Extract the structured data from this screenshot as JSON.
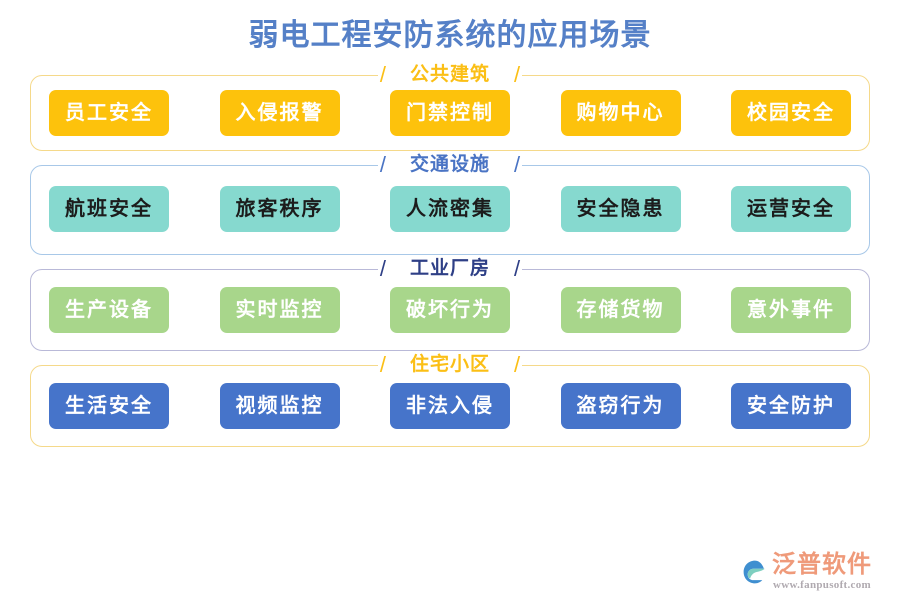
{
  "page": {
    "title": "弱电工程安防系统的应用场景",
    "title_color": "#5580c7",
    "background": "#ffffff"
  },
  "sections": [
    {
      "id": "public-buildings",
      "title": "公共建筑",
      "title_color": "#fbbf16",
      "border_color": "#f5d98a",
      "chip_bg": "#fdc20c",
      "chip_text_color": "#ffffff",
      "left_slash": "/",
      "right_slash": "/",
      "chips": [
        {
          "label": "员工安全"
        },
        {
          "label": "入侵报警"
        },
        {
          "label": "门禁控制"
        },
        {
          "label": "购物中心"
        },
        {
          "label": "校园安全"
        }
      ]
    },
    {
      "id": "transport-facilities",
      "title": "交通设施",
      "title_color": "#4a74c4",
      "border_color": "#a8c8e8",
      "chip_bg": "#86d9cf",
      "chip_text_color": "#1c1c1c",
      "left_slash": "/",
      "right_slash": "/",
      "chips": [
        {
          "label": "航班安全"
        },
        {
          "label": "旅客秩序"
        },
        {
          "label": "人流密集"
        },
        {
          "label": "安全隐患"
        },
        {
          "label": "运营安全"
        }
      ]
    },
    {
      "id": "industrial-plants",
      "title": "工业厂房",
      "title_color": "#2e3f86",
      "border_color": "#b9b9d8",
      "chip_bg": "#a8d68b",
      "chip_text_color": "#ffffff",
      "left_slash": "/",
      "right_slash": "/",
      "chips": [
        {
          "label": "生产设备"
        },
        {
          "label": "实时监控"
        },
        {
          "label": "破坏行为"
        },
        {
          "label": "存储货物"
        },
        {
          "label": "意外事件"
        }
      ]
    },
    {
      "id": "residential-communities",
      "title": "住宅小区",
      "title_color": "#fbbf16",
      "border_color": "#f5d98a",
      "chip_bg": "#4674ca",
      "chip_text_color": "#ffffff",
      "left_slash": "/",
      "right_slash": "/",
      "chips": [
        {
          "label": "生活安全"
        },
        {
          "label": "视频监控"
        },
        {
          "label": "非法入侵"
        },
        {
          "label": "盗窃行为"
        },
        {
          "label": "安全防护"
        }
      ]
    }
  ],
  "logo": {
    "name": "泛普软件",
    "url": "www.fanpusoft.com",
    "name_color": "#ef9a7a",
    "url_color": "#b0aab0",
    "mark_color": "#3f8fd0",
    "mark_accent": "#7ecfc0"
  }
}
